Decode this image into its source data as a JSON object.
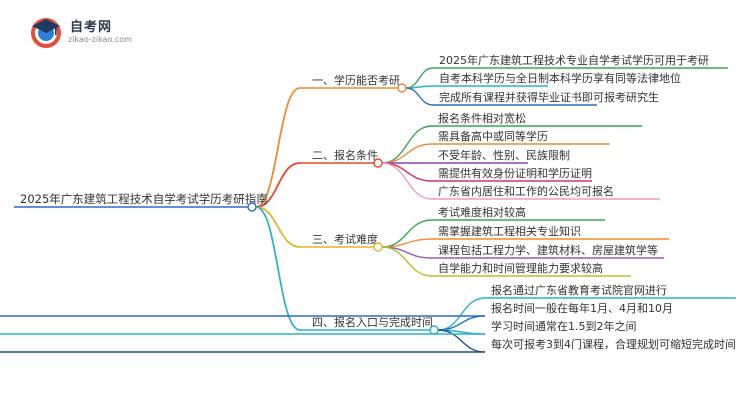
{
  "logo": {
    "name": "自考网",
    "url": "zikao-zikao.com"
  },
  "root": {
    "label": "2025年广东建筑工程技术自学考试学历考研指南"
  },
  "branches": [
    {
      "label": "一、学历能否考研",
      "color": "#f08a2c",
      "children": [
        {
          "label": "2025年广东建筑工程技术专业自学考试学历可用于考研",
          "color": "#3aa655"
        },
        {
          "label": "自考本科学历与全日制本科学历享有同等法律地位",
          "color": "#2bb3c8"
        },
        {
          "label": "完成所有课程并获得毕业证书即可报考研究生",
          "color": "#2b6fc4"
        }
      ]
    },
    {
      "label": "二、报名条件",
      "color": "#e04a2f",
      "children": [
        {
          "label": "报名条件相对宽松",
          "color": "#3aa655"
        },
        {
          "label": "需具备高中或同等学历",
          "color": "#f08a2c"
        },
        {
          "label": "不受年龄、性别、民族限制",
          "color": "#8e44ad"
        },
        {
          "label": "需提供有效身份证明和学历证明",
          "color": "#d6336c"
        },
        {
          "label": "广东省内居住和工作的公民均可报名",
          "color": "#e8a0b0"
        }
      ]
    },
    {
      "label": "三、考试难度",
      "color": "#e8b22a",
      "children": [
        {
          "label": "考试难度相对较高",
          "color": "#3aa655"
        },
        {
          "label": "需掌握建筑工程相关专业知识",
          "color": "#f08a2c"
        },
        {
          "label": "课程包括工程力学、建筑材料、房屋建筑学等",
          "color": "#9b59b6"
        },
        {
          "label": "自学能力和时间管理能力要求较高",
          "color": "#a7c82a"
        }
      ]
    },
    {
      "label": "四、报名入口与完成时间",
      "color": "#2bb3c8",
      "children": [
        {
          "label": "报名通过广东省教育考试院官网进行",
          "color": "#2bb3c8"
        },
        {
          "label": "报名时间一般在每年1月、4月和10月",
          "color": "#2b6fc4"
        },
        {
          "label": "学习时间通常在1.5到2年之间",
          "color": "#2bb3c8"
        },
        {
          "label": "每次可报考3到4门课程，合理规划可缩短完成时间",
          "color": "#1f4e8c"
        }
      ]
    }
  ]
}
